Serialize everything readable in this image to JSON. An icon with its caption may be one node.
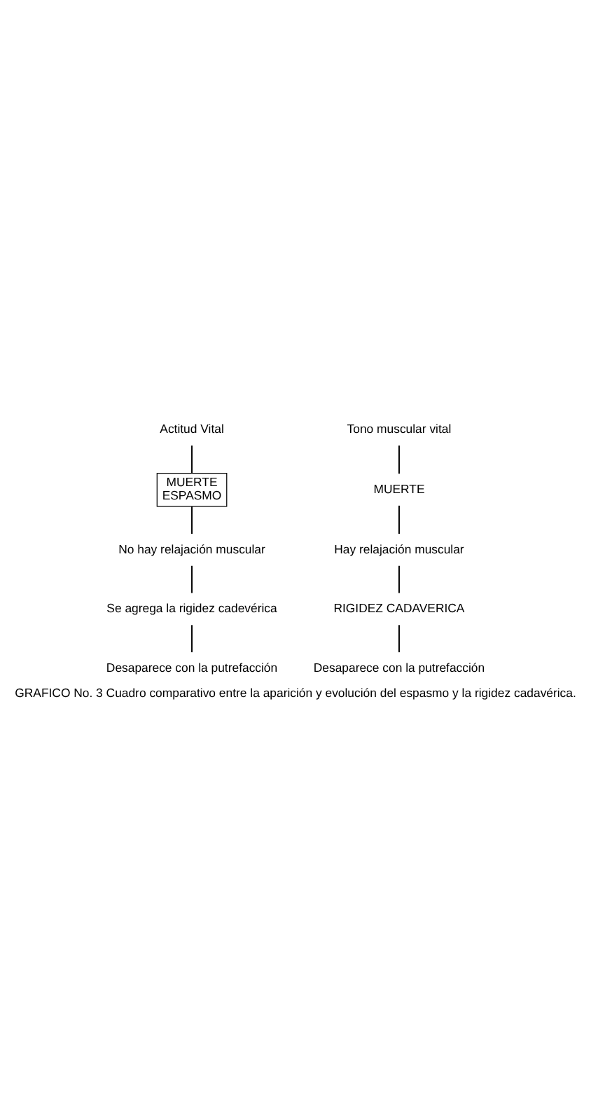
{
  "diagram": {
    "caption": "GRAFICO No. 3 Cuadro comparativo entre la aparición y evolución del espasmo y la rigidez cadavérica.",
    "nodes": [
      {
        "text": [
          "Actitud Vital"
        ]
      },
      {
        "text": [
          "MUERTE",
          "ESPASMO"
        ]
      },
      {
        "text": [
          "No hay relajación muscular"
        ]
      },
      {
        "text": [
          "Se agrega la rigidez cadevérica"
        ]
      },
      {
        "text": [
          "Desaparece con la putrefacción"
        ]
      },
      {
        "text": [
          "Tono muscular vital"
        ]
      },
      {
        "text": [
          "MUERTE"
        ]
      },
      {
        "text": [
          "Hay relajación muscular"
        ]
      },
      {
        "text": [
          "RIGIDEZ CADAVERICA"
        ]
      },
      {
        "text": [
          "Desaparece con la putrefacción"
        ]
      }
    ],
    "edges": [
      {
        "from": 0,
        "to": 1,
        "arrow": "none"
      },
      {
        "from": 1,
        "to": 2,
        "arrow": "none"
      },
      {
        "from": 2,
        "to": 3,
        "arrow": "none"
      },
      {
        "from": 3,
        "to": 4,
        "arrow": "none"
      },
      {
        "from": 5,
        "to": 6,
        "arrow": "none"
      },
      {
        "from": 6,
        "to": 7,
        "arrow": "none"
      },
      {
        "from": 7,
        "to": 8,
        "arrow": "none"
      },
      {
        "from": 8,
        "to": 9,
        "arrow": "none"
      }
    ]
  }
}
